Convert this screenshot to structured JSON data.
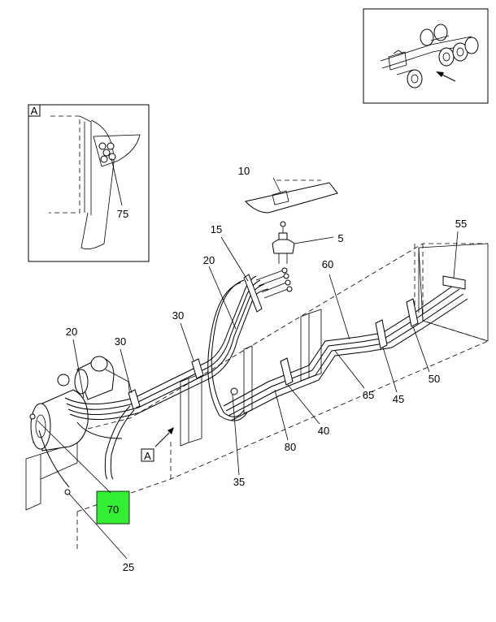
{
  "callouts": {
    "c5": "5",
    "c10": "10",
    "c15": "15",
    "c20a": "20",
    "c20b": "20",
    "c25": "25",
    "c30a": "30",
    "c30b": "30",
    "c35": "35",
    "c40": "40",
    "c45": "45",
    "c50": "50",
    "c55": "55",
    "c60": "60",
    "c65": "65",
    "c70": "70",
    "c75": "75",
    "c80": "80"
  },
  "views": {
    "detail_a_label": "A",
    "main_a_label": "A"
  },
  "colors": {
    "highlight": "#33ee33",
    "line": "#000000"
  }
}
